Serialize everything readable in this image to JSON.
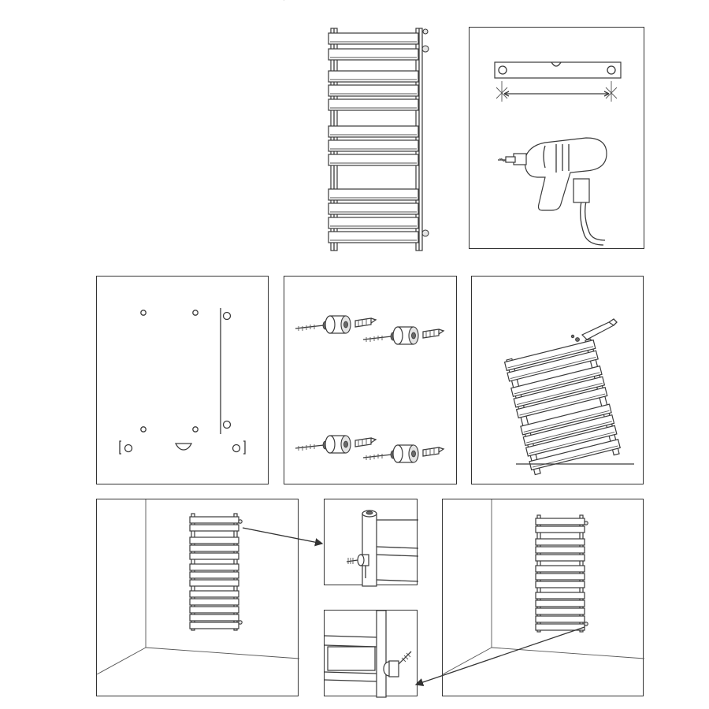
{
  "page": {
    "top_mark": "'"
  },
  "colors": {
    "line": "#3a3a3a",
    "wall_line": "#555555",
    "background": "#ffffff"
  },
  "steps": [
    {
      "id": "radiator-overview",
      "icon": "towel-radiator"
    },
    {
      "id": "mark-and-drill",
      "icons": [
        "spirit-level",
        "drill"
      ]
    },
    {
      "id": "drill-hole-template",
      "icon": "hole-pattern"
    },
    {
      "id": "wall-brackets",
      "icon": "bracket-screw-plug-sets",
      "count": 4
    },
    {
      "id": "attach-brackets",
      "icons": [
        "hex-key",
        "radiator-tilted"
      ]
    },
    {
      "id": "mount-top-brackets",
      "icons": [
        "radiator-on-wall",
        "bracket-detail"
      ]
    },
    {
      "id": "mount-bottom-brackets",
      "icons": [
        "radiator-on-wall",
        "bracket-detail"
      ]
    }
  ]
}
